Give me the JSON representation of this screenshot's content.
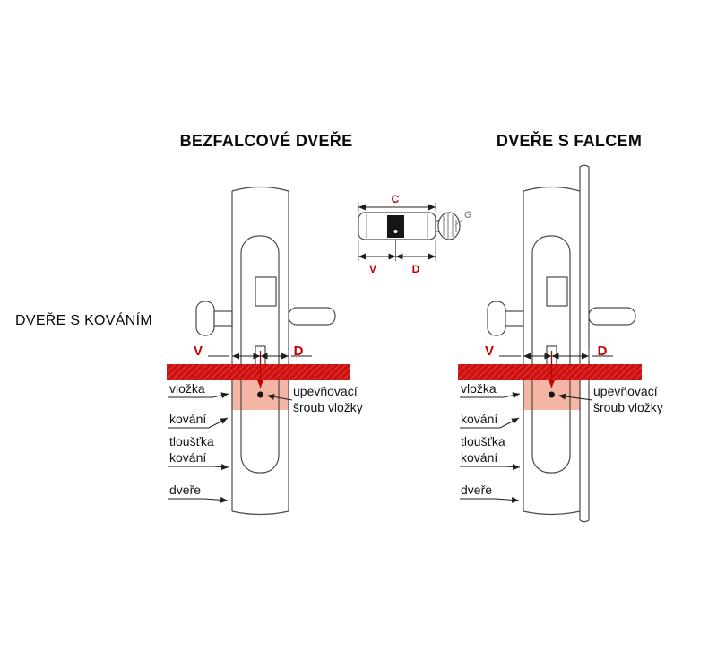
{
  "titles": {
    "bezfalcove": "BEZFALCOVÉ DVEŘE",
    "s_falcem": "DVEŘE S FALCEM",
    "s_kovanim": "DVEŘE S KOVÁNÍM"
  },
  "cylinder_legend": {
    "c": "C",
    "v": "V",
    "d": "D",
    "g": "G"
  },
  "door_diagram": {
    "v": "V",
    "d": "D",
    "labels": {
      "vlozka": "vložka",
      "kovani": "kování",
      "tloustka_l1": "tloušťka",
      "tloustka_l2": "kování",
      "dvere": "dveře",
      "upev_l1": "upevňovací",
      "upev_l2": "šroub vložky"
    }
  },
  "colors": {
    "accent_red": "#c00000",
    "fitting_bar_red": "#cd1010",
    "cylinder_zone_pink": "#f4b5a4",
    "outline_gray": "#4a4a4a"
  }
}
